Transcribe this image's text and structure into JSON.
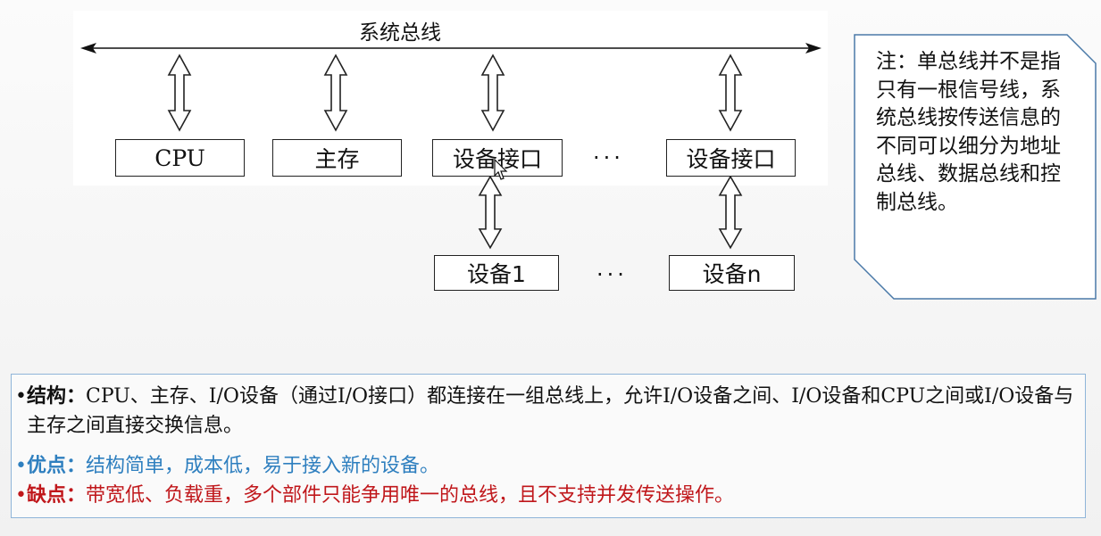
{
  "diagram": {
    "bus_label": "系统总线",
    "boxes": {
      "cpu": "CPU",
      "main_memory": "主存",
      "interface_1": "设备接口",
      "interface_n": "设备接口",
      "device_1": "设备1",
      "device_n": "设备n"
    },
    "ellipsis_top": "···",
    "ellipsis_bottom": "···"
  },
  "note": {
    "text": "注：单总线并不是指只有一根信号线，系统总线按传送信息的不同可以细分为地址总线、数据总线和控制总线。"
  },
  "summary": {
    "structure": {
      "key": "结构：",
      "text": "CPU、主存、I/O设备（通过I/O接口）都连接在一组总线上，允许I/O设备之间、I/O设备和CPU之间或I/O设备与主存之间直接交换信息。",
      "color": "#111111"
    },
    "pros": {
      "key": "优点：",
      "text": "结构简单，成本低，易于接入新的设备。",
      "color": "#2e7fbf"
    },
    "cons": {
      "key": "缺点：",
      "text": "带宽低、负载重，多个部件只能争用唯一的总线，且不支持并发传送操作。",
      "color": "#c0171b"
    }
  }
}
